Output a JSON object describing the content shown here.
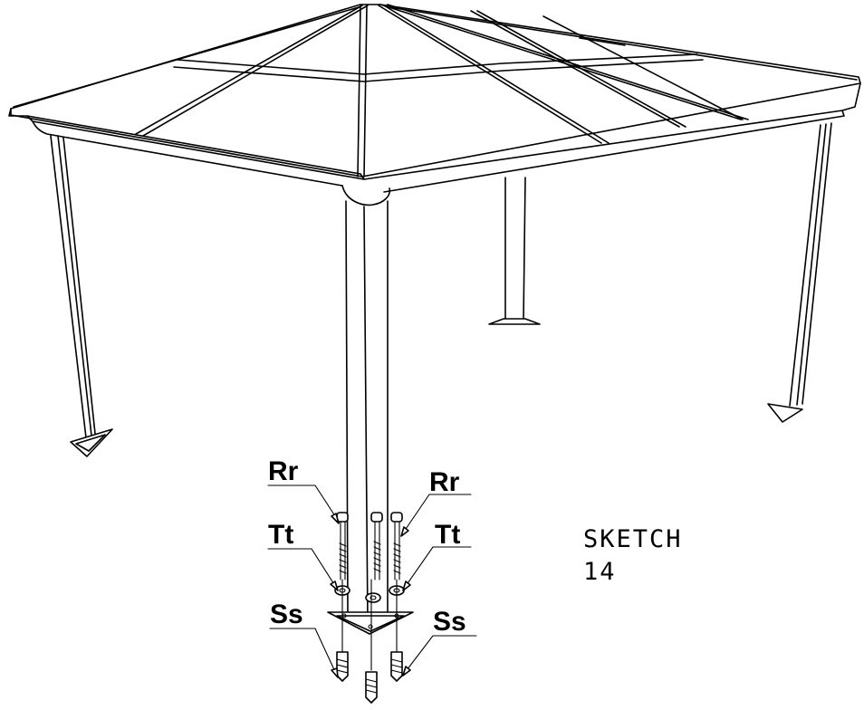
{
  "callouts": {
    "rr_left": "Rr",
    "rr_right": "Rr",
    "tt_left": "Tt",
    "tt_right": "Tt",
    "ss_left": "Ss",
    "ss_right": "Ss"
  },
  "sketch": {
    "line1": "SKETCH",
    "line2": "14"
  },
  "colors": {
    "ink": "#000000",
    "paper": "#ffffff"
  }
}
